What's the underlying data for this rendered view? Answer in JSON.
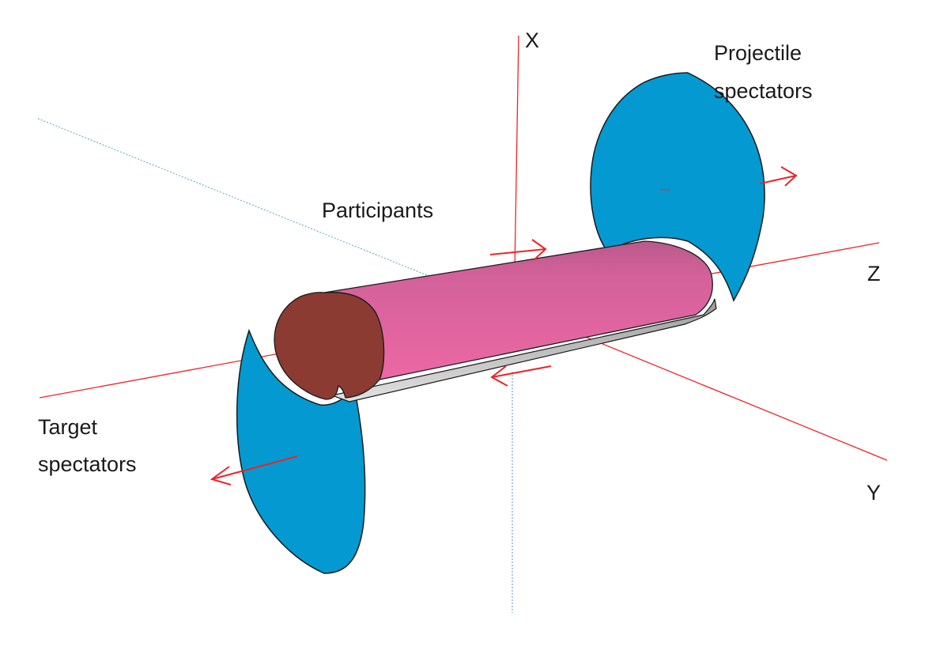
{
  "axes": {
    "x_label": "X",
    "y_label": "Y",
    "z_label": "Z"
  },
  "labels": {
    "participants": "Participants",
    "projectile_line1": "Projectile",
    "projectile_line2": "spectators",
    "target_line1": "Target",
    "target_line2": "spectators"
  },
  "colors": {
    "axis": "#e8262b",
    "arrow": "#e8262b",
    "guide": "#5aa8a0",
    "spectator": "#0499d1",
    "participant_body": "#e8649e",
    "participant_top": "#c65c8f",
    "participant_face": "#8b3b32",
    "participant_shadow": "#c7c7c7"
  }
}
